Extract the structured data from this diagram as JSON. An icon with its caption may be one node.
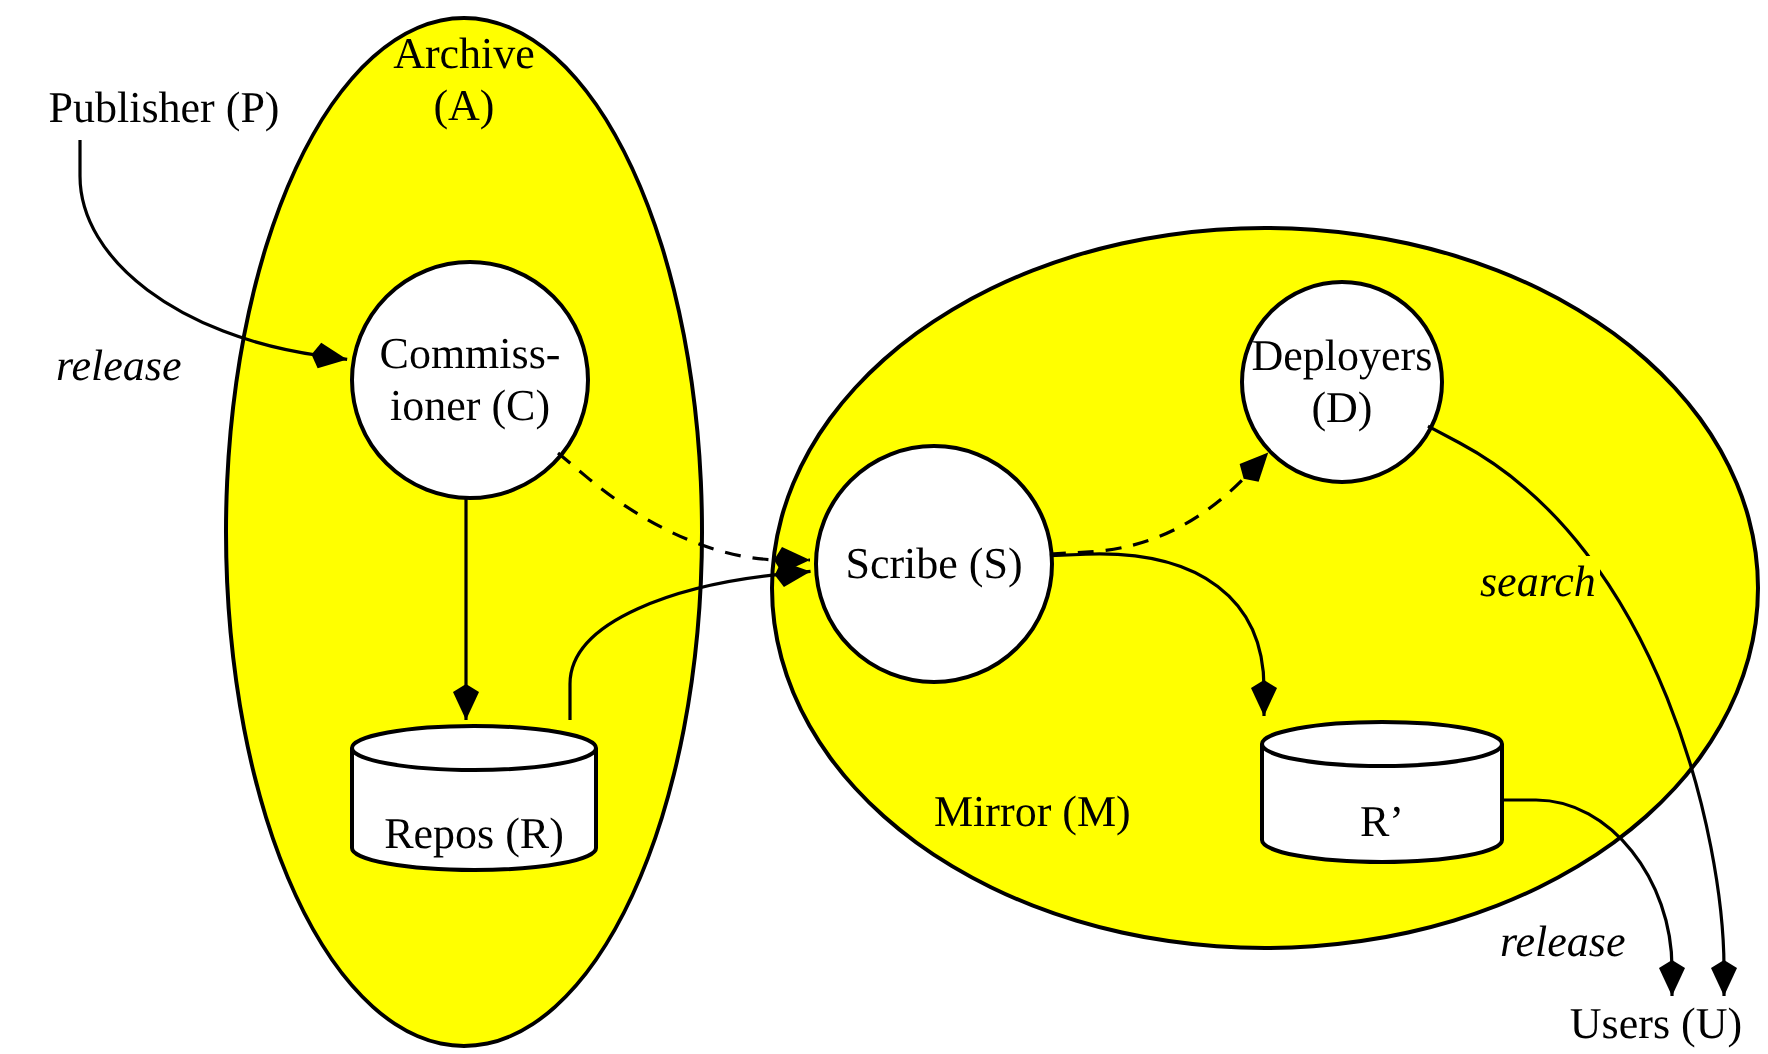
{
  "diagram": {
    "nodes": [
      {
        "text": [
          "Archive (A)"
        ]
      },
      {
        "text": [
          "Publisher (P)"
        ]
      },
      {
        "text": [
          "Commiss- ioner (C)"
        ],
        "in": 0
      },
      {
        "text": [
          "Repos (R)"
        ],
        "in": 0
      },
      {
        "text": [
          "Mirror (M)"
        ]
      },
      {
        "text": [
          "Scribe (S)"
        ],
        "in": 4
      },
      {
        "text": [
          "Deployers (D)"
        ],
        "in": 4
      },
      {
        "text": [
          "R’"
        ],
        "in": 4
      },
      {
        "text": [
          "Users (U)"
        ]
      }
    ],
    "edges": [
      {
        "from": 1,
        "to": 2,
        "arrow": "to",
        "label": "release"
      },
      {
        "from": 2,
        "to": 5,
        "arrow": "to",
        "style": "dashed"
      },
      {
        "from": 2,
        "to": 3,
        "arrow": "to"
      },
      {
        "from": 3,
        "to": 5,
        "arrow": "to"
      },
      {
        "from": 5,
        "to": 6,
        "arrow": "to",
        "style": "dashed"
      },
      {
        "from": 5,
        "to": 7,
        "arrow": "to"
      },
      {
        "from": 6,
        "to": 8,
        "arrow": "to",
        "label": "search"
      },
      {
        "from": 7,
        "to": 8,
        "arrow": "to",
        "label": "release"
      }
    ]
  }
}
